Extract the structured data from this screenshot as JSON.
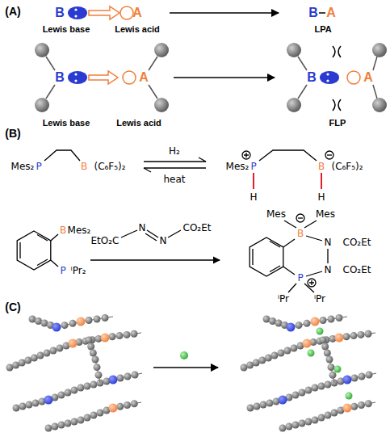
{
  "diagram": {
    "labels": [
      "(A)",
      "B",
      "A",
      "B",
      "A",
      "Lewis base",
      "Lewis acid",
      "LPA",
      "B",
      "A",
      "B",
      "A",
      "Lewis base",
      "Lewis acid",
      "FLP",
      "(B)",
      "Mes₂",
      "P",
      "B",
      "(C₆F₅)₂",
      "H₂",
      "heat",
      "Mes₂",
      "P",
      "B",
      "(C₆F₅)₂",
      "H",
      "H",
      "B",
      "Mes₂",
      "P",
      "ⁱPr₂",
      "EtO₂C",
      "N",
      "N",
      "CO₂Et",
      "Mes",
      "Mes",
      "B",
      "N",
      "CO₂Et",
      "N",
      "CO₂Et",
      "P",
      "ⁱPr",
      "ⁱPr",
      "(C)"
    ]
  }
}
